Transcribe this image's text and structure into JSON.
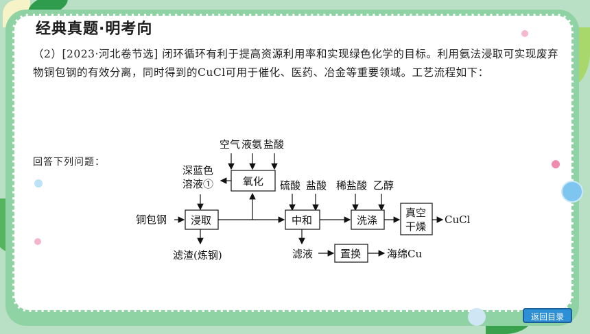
{
  "slide": {
    "title": "经典真题·明考向"
  },
  "question": {
    "text": "（2）[2023·河北卷节选] 闭环循环有利于提高资源利用率和实现绿色化学的目标。利用氨法浸取可实现废弃物铜包钢的有效分离，同时得到的CuCl可用于催化、医药、冶金等重要领域。工艺流程如下：",
    "prompt": "回答下列问题："
  },
  "flow": {
    "inputs_top": [
      "空气",
      "液氨",
      "盐酸"
    ],
    "solution_line1": "深蓝色",
    "solution_line2": "溶液①",
    "box_oxidation": "氧化",
    "reagent_sulfuric": "硫酸",
    "reagent_hcl": "盐酸",
    "reagent_dilute_hcl": "稀盐酸",
    "reagent_ethanol": "乙醇",
    "start_material": "铜包钢",
    "box_leach": "浸取",
    "box_neutralize": "中和",
    "box_wash": "洗涤",
    "box_dry_line1": "真空",
    "box_dry_line2": "干燥",
    "product": "CuCl",
    "residue": "滤渣(炼钢)",
    "filtrate": "滤液",
    "box_replace": "置换",
    "sponge_cu": "海绵Cu"
  },
  "nav": {
    "back_label": "返回目录"
  }
}
